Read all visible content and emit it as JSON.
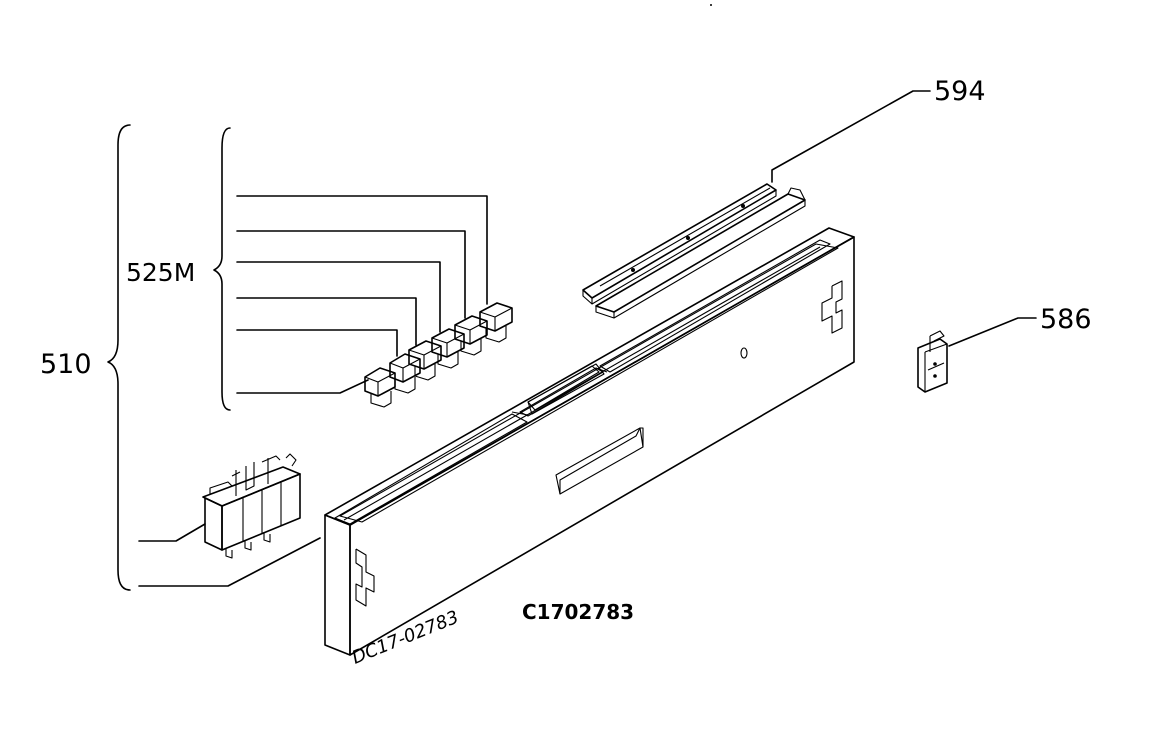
{
  "diagram": {
    "labels": {
      "part_594": "594",
      "part_586": "586",
      "part_510": "510",
      "part_525m": "525M",
      "drawing_code": "C1702783",
      "handwritten_code": "DC17-02783"
    },
    "colors": {
      "ink": "#000000",
      "paper": "#ffffff"
    }
  }
}
